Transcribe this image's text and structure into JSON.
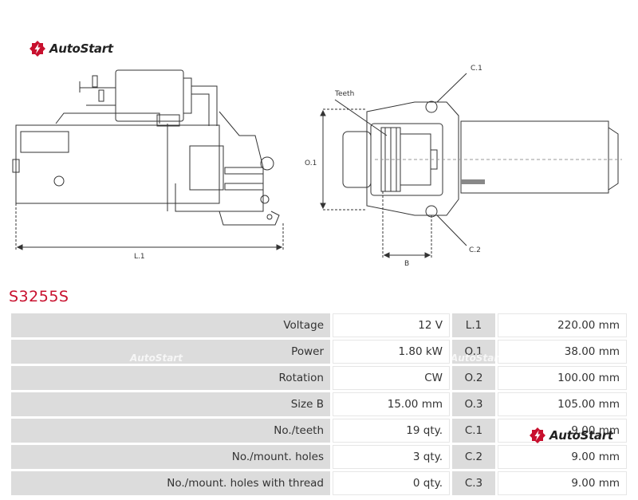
{
  "brand": {
    "name": "AutoStart",
    "color": "#c8102e"
  },
  "drawing": {
    "labels": {
      "teeth": "Teeth",
      "c1": "C.1",
      "c2": "C.2",
      "o1": "O.1",
      "l1": "L.1",
      "b": "B"
    }
  },
  "product": {
    "code": "S3255S"
  },
  "specs": {
    "rows": [
      {
        "label": "Voltage",
        "value": "12 V",
        "dim": "L.1",
        "dim_value": "220.00 mm"
      },
      {
        "label": "Power",
        "value": "1.80 kW",
        "dim": "O.1",
        "dim_value": "38.00 mm"
      },
      {
        "label": "Rotation",
        "value": "CW",
        "dim": "O.2",
        "dim_value": "100.00 mm"
      },
      {
        "label": "Size B",
        "value": "15.00 mm",
        "dim": "O.3",
        "dim_value": "105.00 mm"
      },
      {
        "label": "No./teeth",
        "value": "19 qty.",
        "dim": "C.1",
        "dim_value": "9.00 mm"
      },
      {
        "label": "No./mount. holes",
        "value": "3 qty.",
        "dim": "C.2",
        "dim_value": "9.00 mm"
      },
      {
        "label": "No./mount. holes with thread",
        "value": "0 qty.",
        "dim": "C.3",
        "dim_value": "9.00 mm"
      }
    ]
  }
}
